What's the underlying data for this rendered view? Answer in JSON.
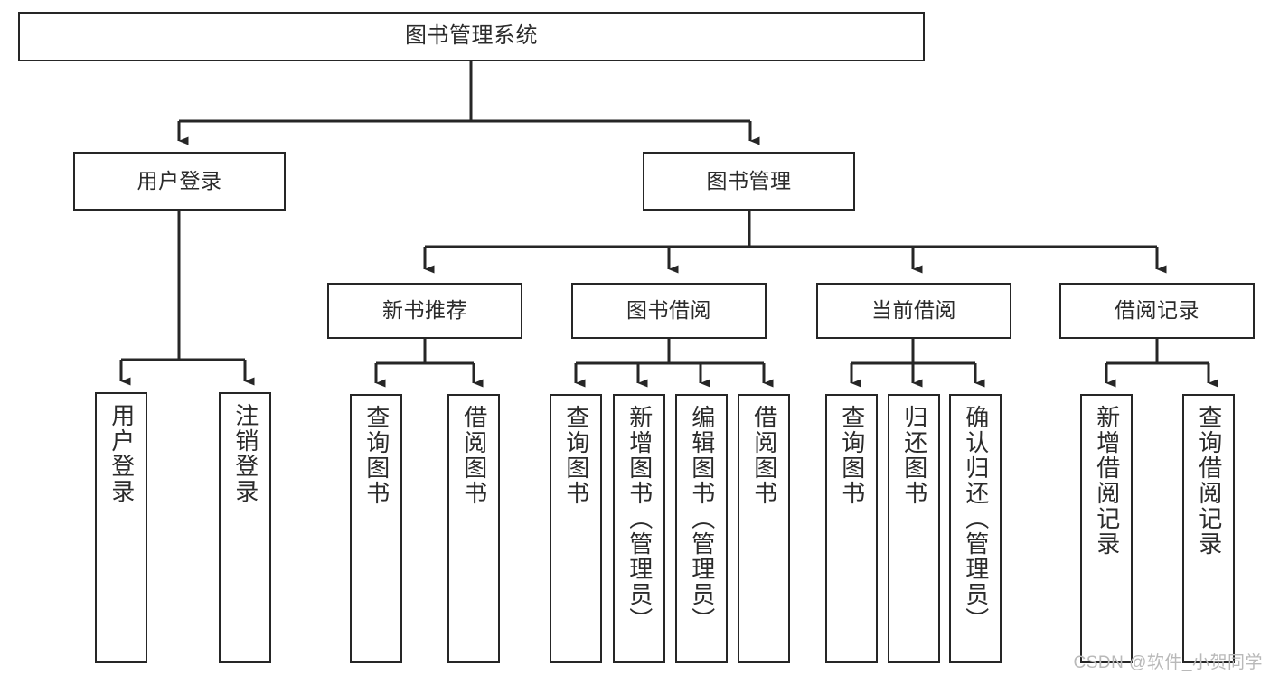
{
  "diagram": {
    "title": "图书管理系统",
    "type": "tree-hierarchy",
    "watermark": "CSDN @软件_小贺同学",
    "colors": {
      "border": "#262626",
      "text": "#2b2b2b",
      "background": "#ffffff",
      "watermark": "#b9b9b9"
    },
    "nodes": {
      "root": {
        "label": "图书管理系统"
      },
      "level1": [
        {
          "id": "user-login",
          "label": "用户登录"
        },
        {
          "id": "book-management",
          "label": "图书管理"
        }
      ],
      "level2": [
        {
          "id": "new-book-recommend",
          "label": "新书推荐"
        },
        {
          "id": "book-borrow",
          "label": "图书借阅"
        },
        {
          "id": "current-borrow",
          "label": "当前借阅"
        },
        {
          "id": "borrow-record",
          "label": "借阅记录"
        }
      ],
      "leaves": {
        "user-login": [
          {
            "id": "leaf-user-login",
            "label": "用户登录"
          },
          {
            "id": "leaf-logout-login",
            "label": "注销登录"
          }
        ],
        "new-book-recommend": [
          {
            "id": "leaf-query-book-1",
            "label": "查询图书"
          },
          {
            "id": "leaf-borrow-book-1",
            "label": "借阅图书"
          }
        ],
        "book-borrow": [
          {
            "id": "leaf-query-book-2",
            "label": "查询图书"
          },
          {
            "id": "leaf-add-book",
            "label": "新增图书（管理员）"
          },
          {
            "id": "leaf-edit-book",
            "label": "编辑图书（管理员）"
          },
          {
            "id": "leaf-borrow-book-2",
            "label": "借阅图书"
          }
        ],
        "current-borrow": [
          {
            "id": "leaf-query-book-3",
            "label": "查询图书"
          },
          {
            "id": "leaf-return-book",
            "label": "归还图书"
          },
          {
            "id": "leaf-confirm-return",
            "label": "确认归还（管理员）"
          }
        ],
        "borrow-record": [
          {
            "id": "leaf-add-record",
            "label": "新增借阅记录"
          },
          {
            "id": "leaf-query-record",
            "label": "查询借阅记录"
          }
        ]
      }
    }
  }
}
